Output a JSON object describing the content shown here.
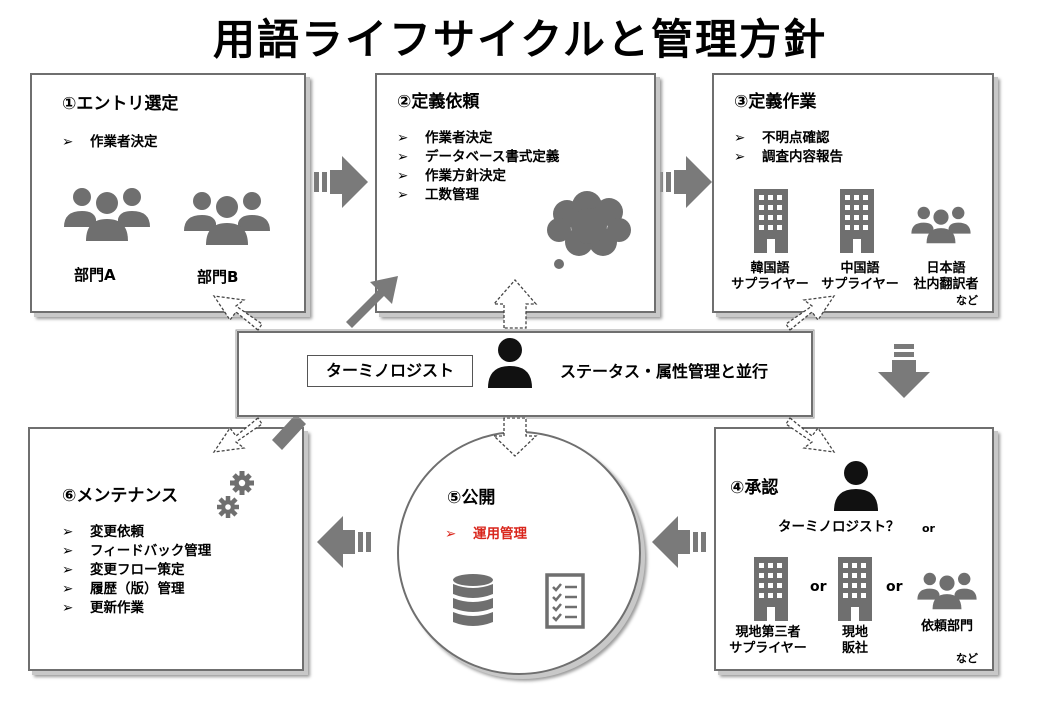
{
  "title": "用語ライフサイクルと管理方針",
  "center": {
    "role_label": "ターミノロジスト",
    "task_label": "ステータス・属性管理と並行"
  },
  "steps": {
    "s1": {
      "heading": "①エントリ選定",
      "items": [
        "作業者決定"
      ],
      "dept_a": "部門A",
      "dept_b": "部門B"
    },
    "s2": {
      "heading": "②定義依頼",
      "items": [
        "作業者決定",
        "データベース書式定義",
        "作業方針決定",
        "工数管理"
      ]
    },
    "s3": {
      "heading": "③定義作業",
      "items": [
        "不明点確認",
        "調査内容報告"
      ],
      "org1": "韓国語\nサプライヤー",
      "org2": "中国語\nサプライヤー",
      "org3": "日本語\n社内翻訳者",
      "etc": "など"
    },
    "s4": {
      "heading": "④承認",
      "approver": "ターミノロジスト？",
      "or": "or",
      "org1": "現地第三者\nサプライヤー",
      "org2": "現地\n販社",
      "org3": "依頼部門",
      "etc": "など"
    },
    "s5": {
      "heading": "⑤公開",
      "items": [
        "運用管理"
      ],
      "item_color": "#d9261c"
    },
    "s6": {
      "heading": "⑥メンテナンス",
      "items": [
        "変更依頼",
        "フィードバック管理",
        "変更フロー策定",
        "履歴（版）管理",
        "更新作業"
      ]
    }
  },
  "bullet_symbol": "➢",
  "colors": {
    "icon": "#6f6f6f",
    "arrow": "#7a7a7a",
    "person": "#111111",
    "border": "#6f6f6f"
  }
}
